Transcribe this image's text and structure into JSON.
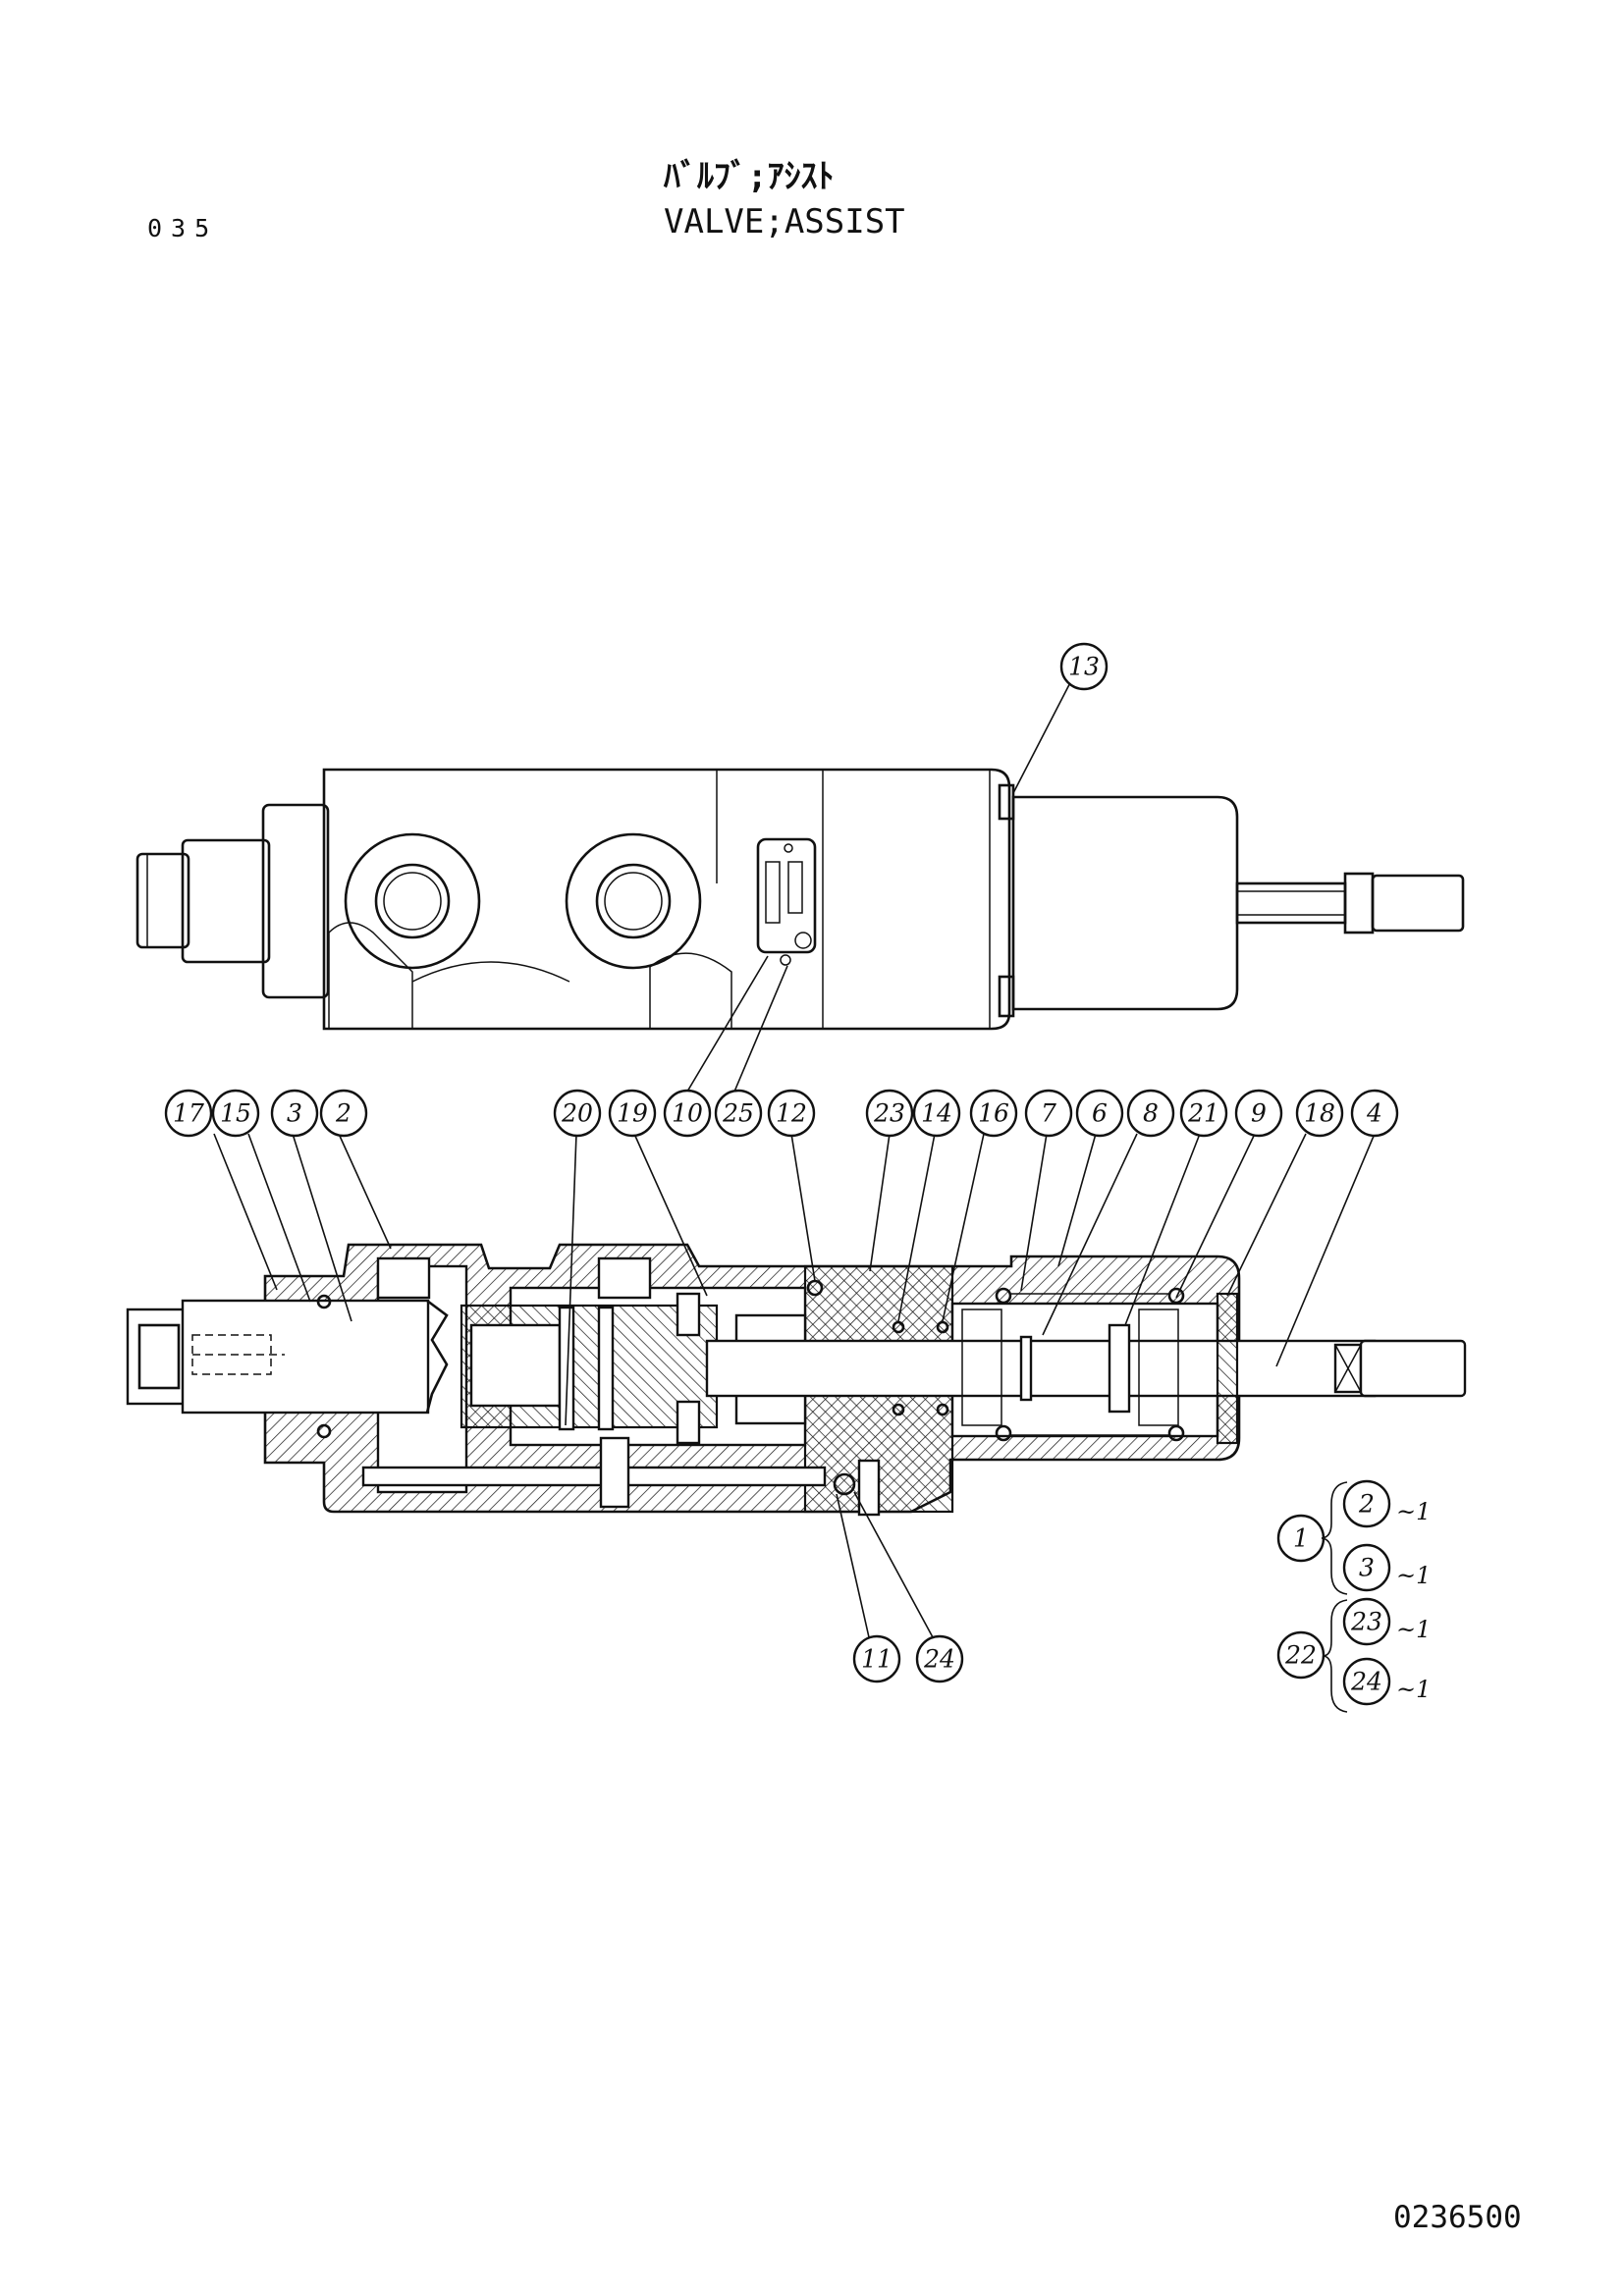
{
  "header": {
    "page_number": "035",
    "title_jp": "ﾊﾞﾙﾌﾞ;ｱｼｽﾄ",
    "title_en": "VALVE;ASSIST"
  },
  "footer": {
    "drawing_number": "0236500"
  },
  "callouts": {
    "c13": "13",
    "c17": "17",
    "c15": "15",
    "c3": "3",
    "c2": "2",
    "c20": "20",
    "c19": "19",
    "c10": "10",
    "c25": "25",
    "c12": "12",
    "c23": "23",
    "c14": "14",
    "c16": "16",
    "c7": "7",
    "c6": "6",
    "c8": "8",
    "c21": "21",
    "c9": "9",
    "c18": "18",
    "c4": "4",
    "c11": "11",
    "c24": "24"
  },
  "assemblies": [
    {
      "parent": "1",
      "children": [
        {
          "part": "2",
          "qty": "~1"
        },
        {
          "part": "3",
          "qty": "~1"
        }
      ]
    },
    {
      "parent": "22",
      "children": [
        {
          "part": "23",
          "qty": "~1"
        },
        {
          "part": "24",
          "qty": "~1"
        }
      ]
    }
  ]
}
